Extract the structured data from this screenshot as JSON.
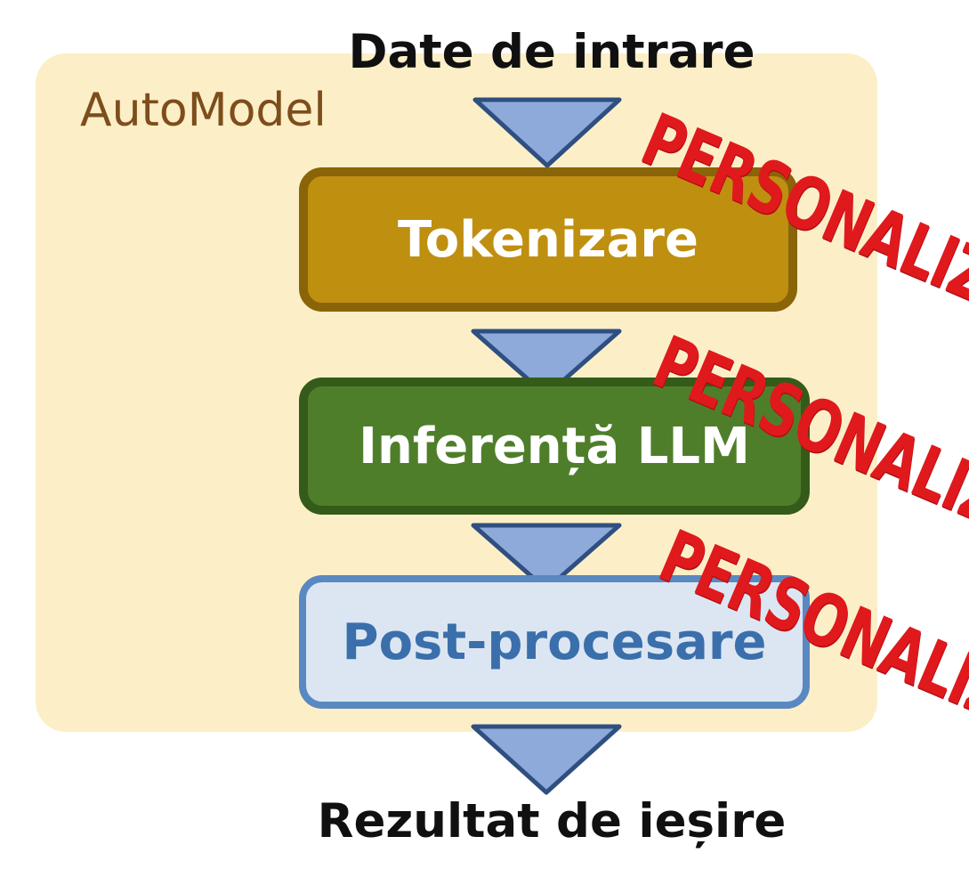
{
  "diagram": {
    "container_label": "AutoModel",
    "input_label": "Date de intrare",
    "output_label": "Rezultat de ieșire",
    "stages": [
      {
        "label": "Tokenizare",
        "fill": "#bf8f10",
        "border": "#8a6408",
        "text_color": "#ffffff"
      },
      {
        "label": "Inferență LLM",
        "fill": "#4f7e2b",
        "border": "#345b19",
        "text_color": "#ffffff"
      },
      {
        "label": "Post-procesare",
        "fill": "#dce6f3",
        "border": "#5a89c1",
        "text_color": "#3a6fab"
      }
    ],
    "stamp_text": "PERSONALIZAT",
    "stamp_color": "#e0191d",
    "container_fill": "#fcefc7",
    "arrow_fill": "#8eaadb",
    "arrow_stroke": "#2f4f80"
  }
}
